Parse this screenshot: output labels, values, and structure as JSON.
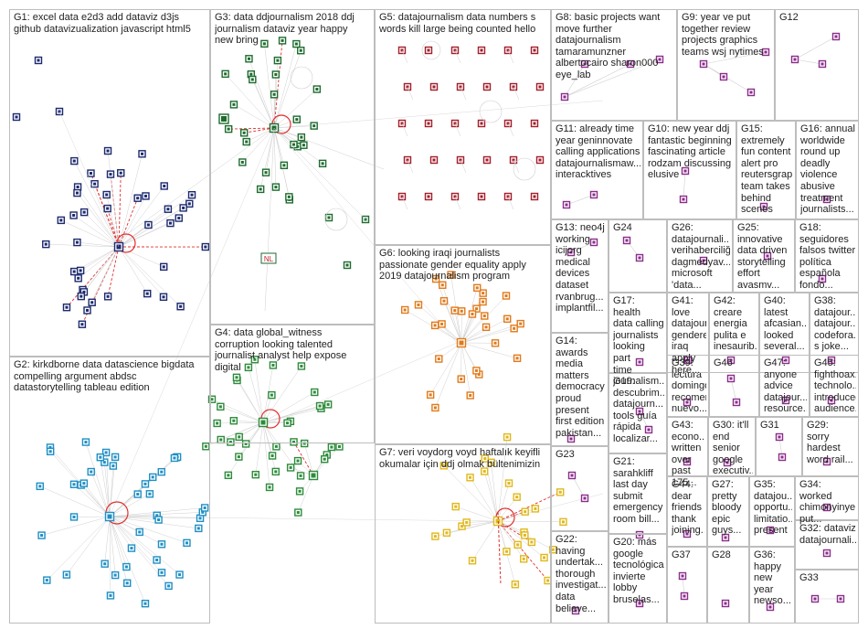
{
  "colors": {
    "border": "#bdbdbd",
    "edge": "#cfcfcf",
    "edge_red": "#e03030",
    "text": "#222222",
    "G1": "#1c2a6e",
    "G2": "#1f8fc4",
    "G3": "#1e6b2f",
    "G4": "#2e8b3c",
    "G5": "#a31d2a",
    "G6": "#e07a1b",
    "G7": "#e0b81b",
    "small": "#8a2d8a"
  },
  "groups": [
    {
      "id": "G1",
      "text": "G1: excel data e2d3 add dataviz d3js\ngithub datavizualization javascript html5"
    },
    {
      "id": "G2",
      "text": "G2: kirkdborne data datascience bigdata\ncompelling argument abdsc\ndatastorytelling tableau edition"
    },
    {
      "id": "G3",
      "text": "G3: data ddjournalism 2018 ddj\njournalism dataviz year happy\nnew bring"
    },
    {
      "id": "G4",
      "text": "G4: data global_witness\ncorruption looking talented\njournalist analyst help expose\ndigital"
    },
    {
      "id": "G5",
      "text": "G5: datajournalism data numbers s\nwords kill large being counted hello"
    },
    {
      "id": "G6",
      "text": "G6: looking iraqi journalists\npassionate gender equality apply\n2019 datajournalism program"
    },
    {
      "id": "G7",
      "text": "G7: veri voydorg voyd haftalık keyifli\nokumalar için ddj olmak bültenimizin"
    },
    {
      "id": "G8",
      "text": "G8: basic projects want\nmove further\ndatajournalism\ntamaramunzner\nalbertocairo sharon000\neye_lab"
    },
    {
      "id": "G9",
      "text": "G9: year ve put\ntogether review\nprojects graphics\nteams wsj nytimes"
    },
    {
      "id": "G10",
      "text": "G10: new year ddj\nfantastic beginning\nfascinating article\nrodzam discussing\nelusive"
    },
    {
      "id": "G11",
      "text": "G11: already time\nyear geninnovate\ncalling applications\ndatajournalismaw...\ninteracktives"
    },
    {
      "id": "G12",
      "text": "G12"
    },
    {
      "id": "G13",
      "text": "G13: neo4j\nworking\nicijorg\nmedical\ndevices\ndataset\nrvanbrug...\nimplantfil..."
    },
    {
      "id": "G14",
      "text": "G14:\nawards\nmedia\nmatters\ndemocracy\nproud\npresent\nfirst edition\npakistan..."
    },
    {
      "id": "G15",
      "text": "G15:\nextremely\nfun content\nalert pro\nreutersgrap...\nteam takes\nbehind\nscenes"
    },
    {
      "id": "G16",
      "text": "G16: annual\nworldwide\nround up\ndeadly\nviolence\nabusive\ntreatment\njournalists..."
    },
    {
      "id": "G17",
      "text": "G17: health\ndata calling\njournalists\nlooking part\ntime\njournalism..."
    },
    {
      "id": "G18",
      "text": "G18:\nseguidores\nfalsos twitter\npolítica\nespañola\nfondo..."
    },
    {
      "id": "G19",
      "text": "G19:\ndescubrim...\ndatajourn...\ntools guía\nrápida\nlocalizar..."
    },
    {
      "id": "G20",
      "text": "G20: más\ngoogle\ntecnológica\ninvierte\nlobby\nbruselas..."
    },
    {
      "id": "G21",
      "text": "G21:\nsarahkliff\nlast day\nsubmit\nemergency\nroom bill..."
    },
    {
      "id": "G22",
      "text": "G22:\nhaving\nundertak...\nthorough\ninvestigat...\ndata\nbelieve..."
    },
    {
      "id": "G23",
      "text": "G23"
    },
    {
      "id": "G24",
      "text": "G24"
    },
    {
      "id": "G25",
      "text": "G25:\ninnovative\ndata driven\nstorytelling\neffort\navasmv..."
    },
    {
      "id": "G26",
      "text": "G26:\ndatajournali...\nverihaberciliği\ndagmedyav...\nmicrosoft\n'data..."
    },
    {
      "id": "G27",
      "text": "G27:\npretty\nbloody\nepic\nguys..."
    },
    {
      "id": "G28",
      "text": "G28"
    },
    {
      "id": "G29",
      "text": "G29:\nsorry\nhardest\nword rail..."
    },
    {
      "id": "G30",
      "text": "G30: it'll\nend senior\ngoogle\nexecutiv..."
    },
    {
      "id": "G31",
      "text": "G31"
    },
    {
      "id": "G32",
      "text": "G32: dataviz\ndatajournali..."
    },
    {
      "id": "G33",
      "text": "G33"
    },
    {
      "id": "G34",
      "text": "G34: worked\nchimonyinye\nput..."
    },
    {
      "id": "G35",
      "text": "G35:\ndatajou...\nopportu...\nlimitatio...\npresent"
    },
    {
      "id": "G36",
      "text": "G36:\nhappy\nnew\nyear\nnewso..."
    },
    {
      "id": "G37",
      "text": "G37"
    },
    {
      "id": "G38",
      "text": "G38:\ndatajour...\ndatajour...\ncodefora...\ns joke..."
    },
    {
      "id": "G39",
      "text": "G39:\nlectura\ndomingo\nrecomen...\nnuevo..."
    },
    {
      "id": "G40",
      "text": "G40:\nlatest\nafcasian...\nlooked\nseveral..."
    },
    {
      "id": "G41",
      "text": "G41: love\ndatajour...\ngendere...\niraq apply\nhere..."
    },
    {
      "id": "G42",
      "text": "G42:\ncreare\nenergia\npulita e\ninesaurib..."
    },
    {
      "id": "G43",
      "text": "G43:\necono...\nwritten\nover past\n175..."
    },
    {
      "id": "G44",
      "text": "G44:\ndear\nfriends\nthank\njoining..."
    },
    {
      "id": "G45",
      "text": "G45:\nfighthoax...\ntechnolo...\nintroduced\naudience..."
    },
    {
      "id": "G46",
      "text": "G46"
    },
    {
      "id": "G47",
      "text": "G47:\nanyone\nadvice\ndatajour...\nresource..."
    }
  ],
  "node_badges": {
    "G3_badge": "NL"
  }
}
